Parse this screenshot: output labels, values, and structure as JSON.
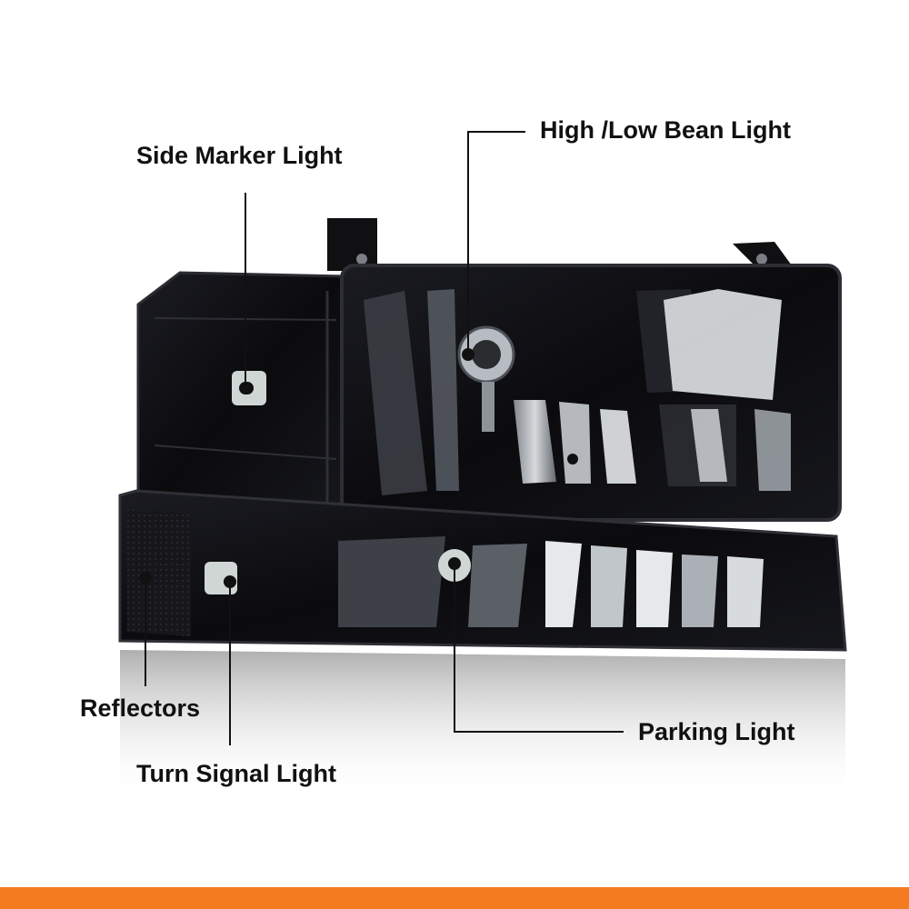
{
  "labels": {
    "side_marker": "Side Marker Light",
    "high_low_beam": "High /Low Bean Light",
    "reflectors": "Reflectors",
    "parking": "Parking Light",
    "turn_signal": "Turn Signal Light"
  },
  "colors": {
    "accent_bar": "#f47b20",
    "housing": "#0c0c0f",
    "label_text": "#111111",
    "callout_line": "#111111",
    "bulb": "#cfd6d4"
  }
}
